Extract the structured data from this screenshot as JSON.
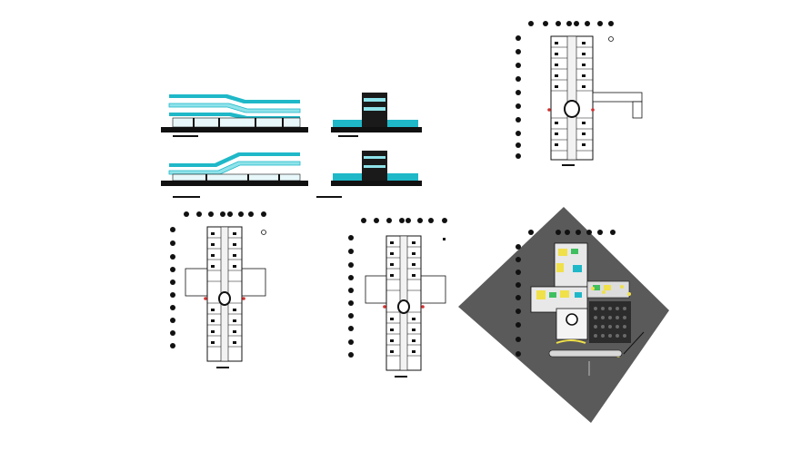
{
  "sheet": {
    "background": "#ffffff",
    "colors": {
      "ink": "#111111",
      "cyan": "#1fb8c8",
      "cyan_light": "#8fe3ea",
      "site_ground": "#5a5a5a",
      "site_dark": "#2c2c2c",
      "pavement": "#d8d8d8",
      "yellow": "#f0e04a",
      "green": "#3fbf5f",
      "red_marker": "#d23030"
    }
  },
  "drawings": [
    {
      "id": "elevation-long-1",
      "kind": "elevation"
    },
    {
      "id": "elevation-short-1",
      "kind": "elevation"
    },
    {
      "id": "elevation-long-2",
      "kind": "elevation"
    },
    {
      "id": "elevation-short-2",
      "kind": "elevation"
    },
    {
      "id": "floor-plan-upper-right",
      "kind": "plan",
      "column_bubbles": 8,
      "row_bubbles": 10
    },
    {
      "id": "floor-plan-left",
      "kind": "plan",
      "column_bubbles": 8,
      "row_bubbles": 10
    },
    {
      "id": "floor-plan-center",
      "kind": "plan",
      "column_bubbles": 8,
      "row_bubbles": 10
    },
    {
      "id": "site-plan",
      "kind": "site",
      "column_bubbles": 7,
      "row_bubbles": 9
    }
  ]
}
